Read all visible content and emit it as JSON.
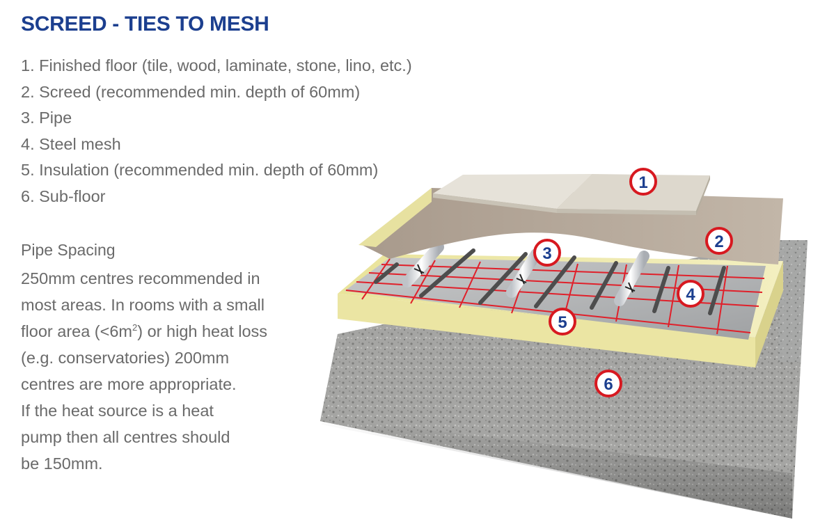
{
  "title": "SCREED - TIES TO MESH",
  "legend": [
    "1. Finished floor (tile, wood, laminate, stone, lino, etc.)",
    "2. Screed (recommended min. depth of 60mm)",
    "3. Pipe",
    "4. Steel mesh",
    "5. Insulation (recommended min. depth of 60mm)",
    "6. Sub-floor"
  ],
  "pipe_spacing": {
    "heading": "Pipe Spacing",
    "lines": [
      "250mm centres recommended in",
      "most areas. In rooms with a small",
      "floor area (<6m",
      "2",
      ") or high heat loss",
      "(e.g. conservatories) 200mm",
      "centres are more appropriate.",
      "If the heat source is a heat",
      "pump then all centres should",
      "be 150mm."
    ]
  },
  "callouts": [
    "1",
    "2",
    "3",
    "4",
    "5",
    "6"
  ],
  "colors": {
    "title": "#1c3f8f",
    "text": "#6a6a6a",
    "callout_ring": "#d71920",
    "callout_number": "#1c3f8f",
    "mesh_grid": "#e0202a",
    "insulation": "#efeaa6",
    "screed": "#b8aa9c",
    "tile": "#e4e0d6",
    "concrete": "#a6a6a4"
  }
}
